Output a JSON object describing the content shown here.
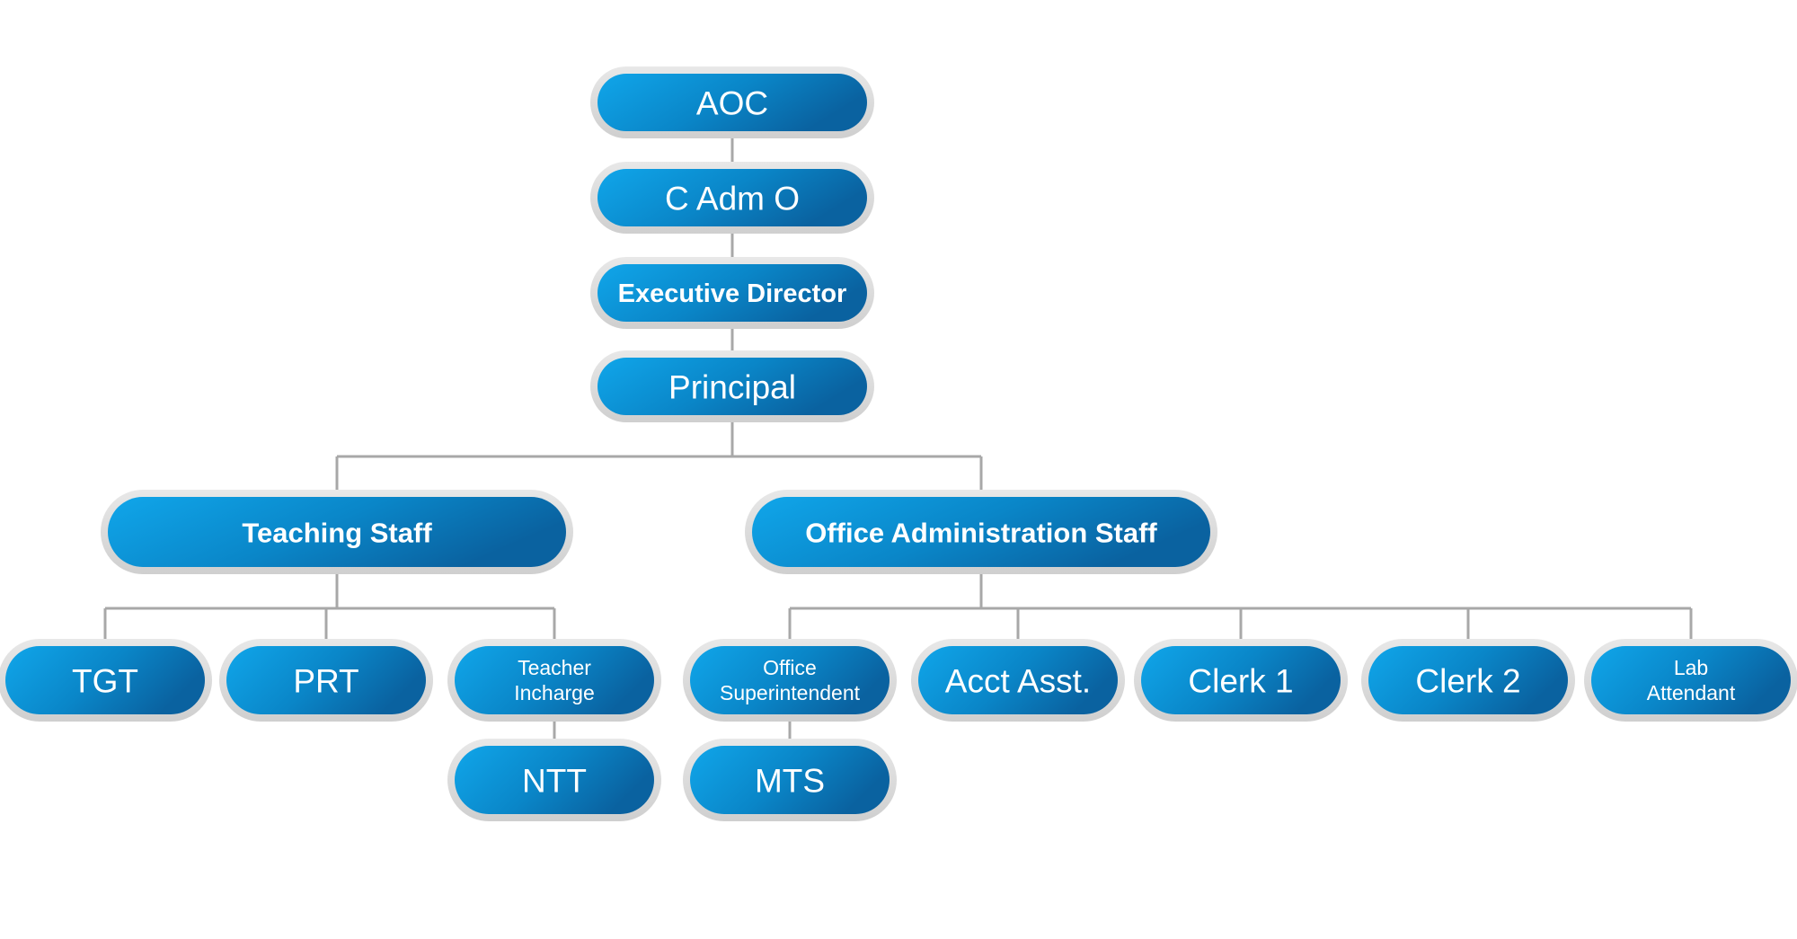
{
  "nodes": {
    "aoc": {
      "label": "AOC"
    },
    "cadmo": {
      "label": "C Adm O"
    },
    "exec": {
      "label": "Executive Director"
    },
    "principal": {
      "label": "Principal"
    },
    "teaching": {
      "label": "Teaching Staff"
    },
    "office": {
      "label": "Office Administration Staff"
    },
    "tgt": {
      "label": "TGT"
    },
    "prt": {
      "label": "PRT"
    },
    "teacher_incharge": {
      "label": [
        "Teacher",
        "Incharge"
      ]
    },
    "ntt": {
      "label": "NTT"
    },
    "office_supt": {
      "label": [
        "Office",
        "Superintendent"
      ]
    },
    "mts": {
      "label": "MTS"
    },
    "acct": {
      "label": "Acct Asst."
    },
    "clerk1": {
      "label": "Clerk 1"
    },
    "clerk2": {
      "label": "Clerk 2"
    },
    "lab": {
      "label": [
        "Lab",
        "Attendant"
      ]
    }
  },
  "edges": [
    [
      "aoc",
      "cadmo"
    ],
    [
      "cadmo",
      "exec"
    ],
    [
      "exec",
      "principal"
    ],
    [
      "principal",
      "teaching"
    ],
    [
      "principal",
      "office"
    ],
    [
      "teaching",
      "tgt"
    ],
    [
      "teaching",
      "prt"
    ],
    [
      "teaching",
      "teacher_incharge"
    ],
    [
      "teacher_incharge",
      "ntt"
    ],
    [
      "office",
      "office_supt"
    ],
    [
      "office",
      "acct"
    ],
    [
      "office",
      "clerk1"
    ],
    [
      "office",
      "clerk2"
    ],
    [
      "office",
      "lab"
    ],
    [
      "office_supt",
      "mts"
    ]
  ],
  "colors": {
    "node_fill_light": "#0a9ee4",
    "node_fill_dark": "#0a6aa8",
    "node_outline": "#dcdcdc",
    "connector": "#a8a8a8",
    "text": "#ffffff"
  }
}
